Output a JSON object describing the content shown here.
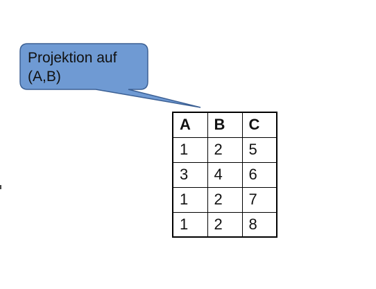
{
  "callout": {
    "line1": "Projektion auf",
    "line2": "(A,B)",
    "fill_color": "#6f9ad3",
    "stroke_color": "#3b5f93"
  },
  "table": {
    "headers": [
      "A",
      "B",
      "C"
    ],
    "rows": [
      [
        "1",
        "2",
        "5"
      ],
      [
        "3",
        "4",
        "6"
      ],
      [
        "1",
        "2",
        "7"
      ],
      [
        "1",
        "2",
        "8"
      ]
    ]
  }
}
